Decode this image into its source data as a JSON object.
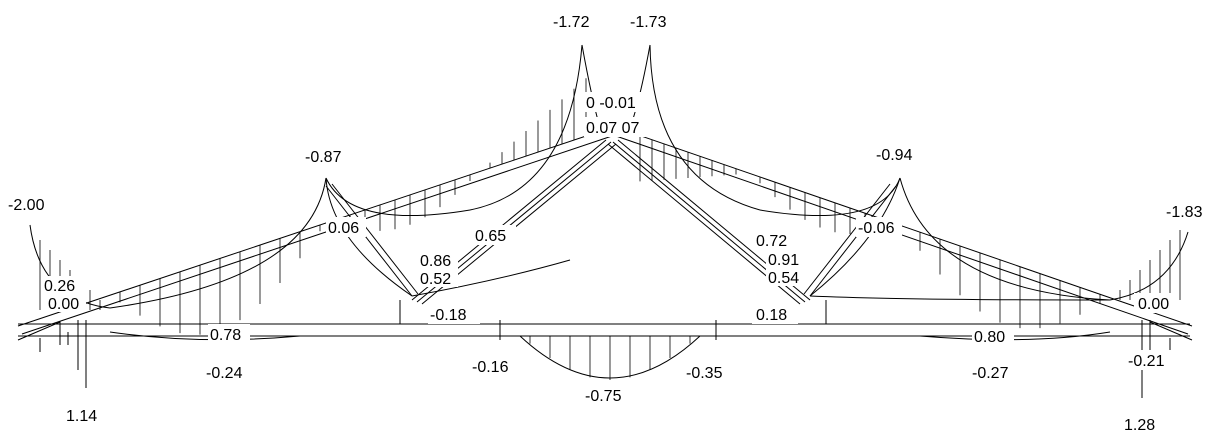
{
  "diagram": {
    "labels": {
      "peak_left_top": "-1.72",
      "peak_right_top": "-1.73",
      "peak_mid_a": "0 -0.01",
      "peak_mid_b": "0.07 07",
      "left_node_top": "-0.87",
      "right_node_top": "-0.94",
      "left_end_top": "-2.00",
      "right_end_top": "-1.83",
      "left_node_mid": "0.06",
      "right_node_mid": "-0.06",
      "left_diag_a": "0.65",
      "left_diag_b": "0.86",
      "left_diag_c": "0.52",
      "left_diag_d": "-0.18",
      "right_diag_a": "0.72",
      "right_diag_b": "0.91",
      "right_diag_c": "0.54",
      "right_diag_d": "0.18",
      "left_end_a": "0.26",
      "left_end_b": "0.00",
      "right_end_b": "0.00",
      "left_beam": "0.78",
      "right_beam": "0.80",
      "left_bottom": "-0.24",
      "right_bottom": "-0.27",
      "left_support": "1.14",
      "right_support": "1.28",
      "right_support_top": "-0.21",
      "mid_left": "-0.16",
      "mid_right": "-0.35",
      "mid_bottom": "-0.75"
    }
  }
}
